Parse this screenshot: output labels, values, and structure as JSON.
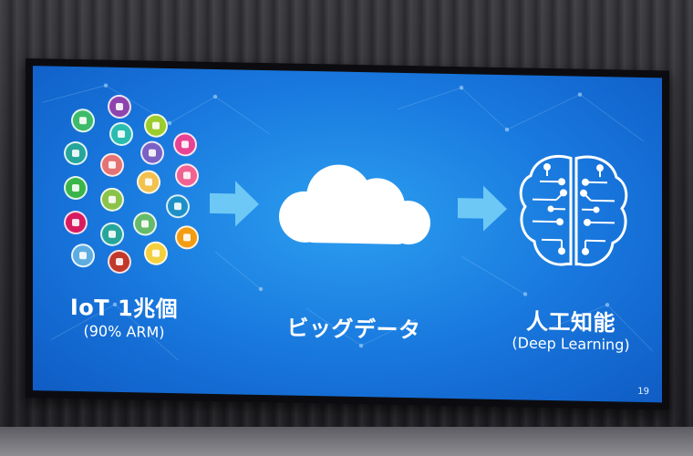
{
  "slide": {
    "iot": {
      "title": "IoT 1兆個",
      "subtitle": "(90% ARM)"
    },
    "bigdata": {
      "title": "ビッグデータ"
    },
    "ai": {
      "title": "人工知能",
      "subtitle": "(Deep Learning)"
    },
    "page_number": "19"
  },
  "colors": {
    "slide_background": "#1877dd",
    "cloud": "#ffffff",
    "arrow": "#6ec8f5",
    "brain": "#ffffff",
    "icon_colors": [
      "#3dbb6b",
      "#8e44ad",
      "#9ccc2c",
      "#e84393",
      "#2bbcb0",
      "#7b61c4",
      "#e57373",
      "#f2c14e",
      "#f06292",
      "#39b54a",
      "#8bc34a",
      "#1e90c8",
      "#e53935",
      "#f39c12",
      "#d81b60",
      "#26a69a",
      "#66bb6a",
      "#c0392b",
      "#f4d03f",
      "#5dade2"
    ]
  },
  "icons": [
    "search-icon",
    "camera-icon",
    "share-icon",
    "mail-icon",
    "hand-icon",
    "plane-icon",
    "gamepad-icon",
    "plug-icon",
    "phone-icon",
    "drone-icon",
    "fridge-icon",
    "robot-icon",
    "battery-icon",
    "car-icon",
    "cup-icon",
    "lock-icon",
    "train-icon",
    "door-icon",
    "bluetooth-icon",
    "router-icon"
  ]
}
